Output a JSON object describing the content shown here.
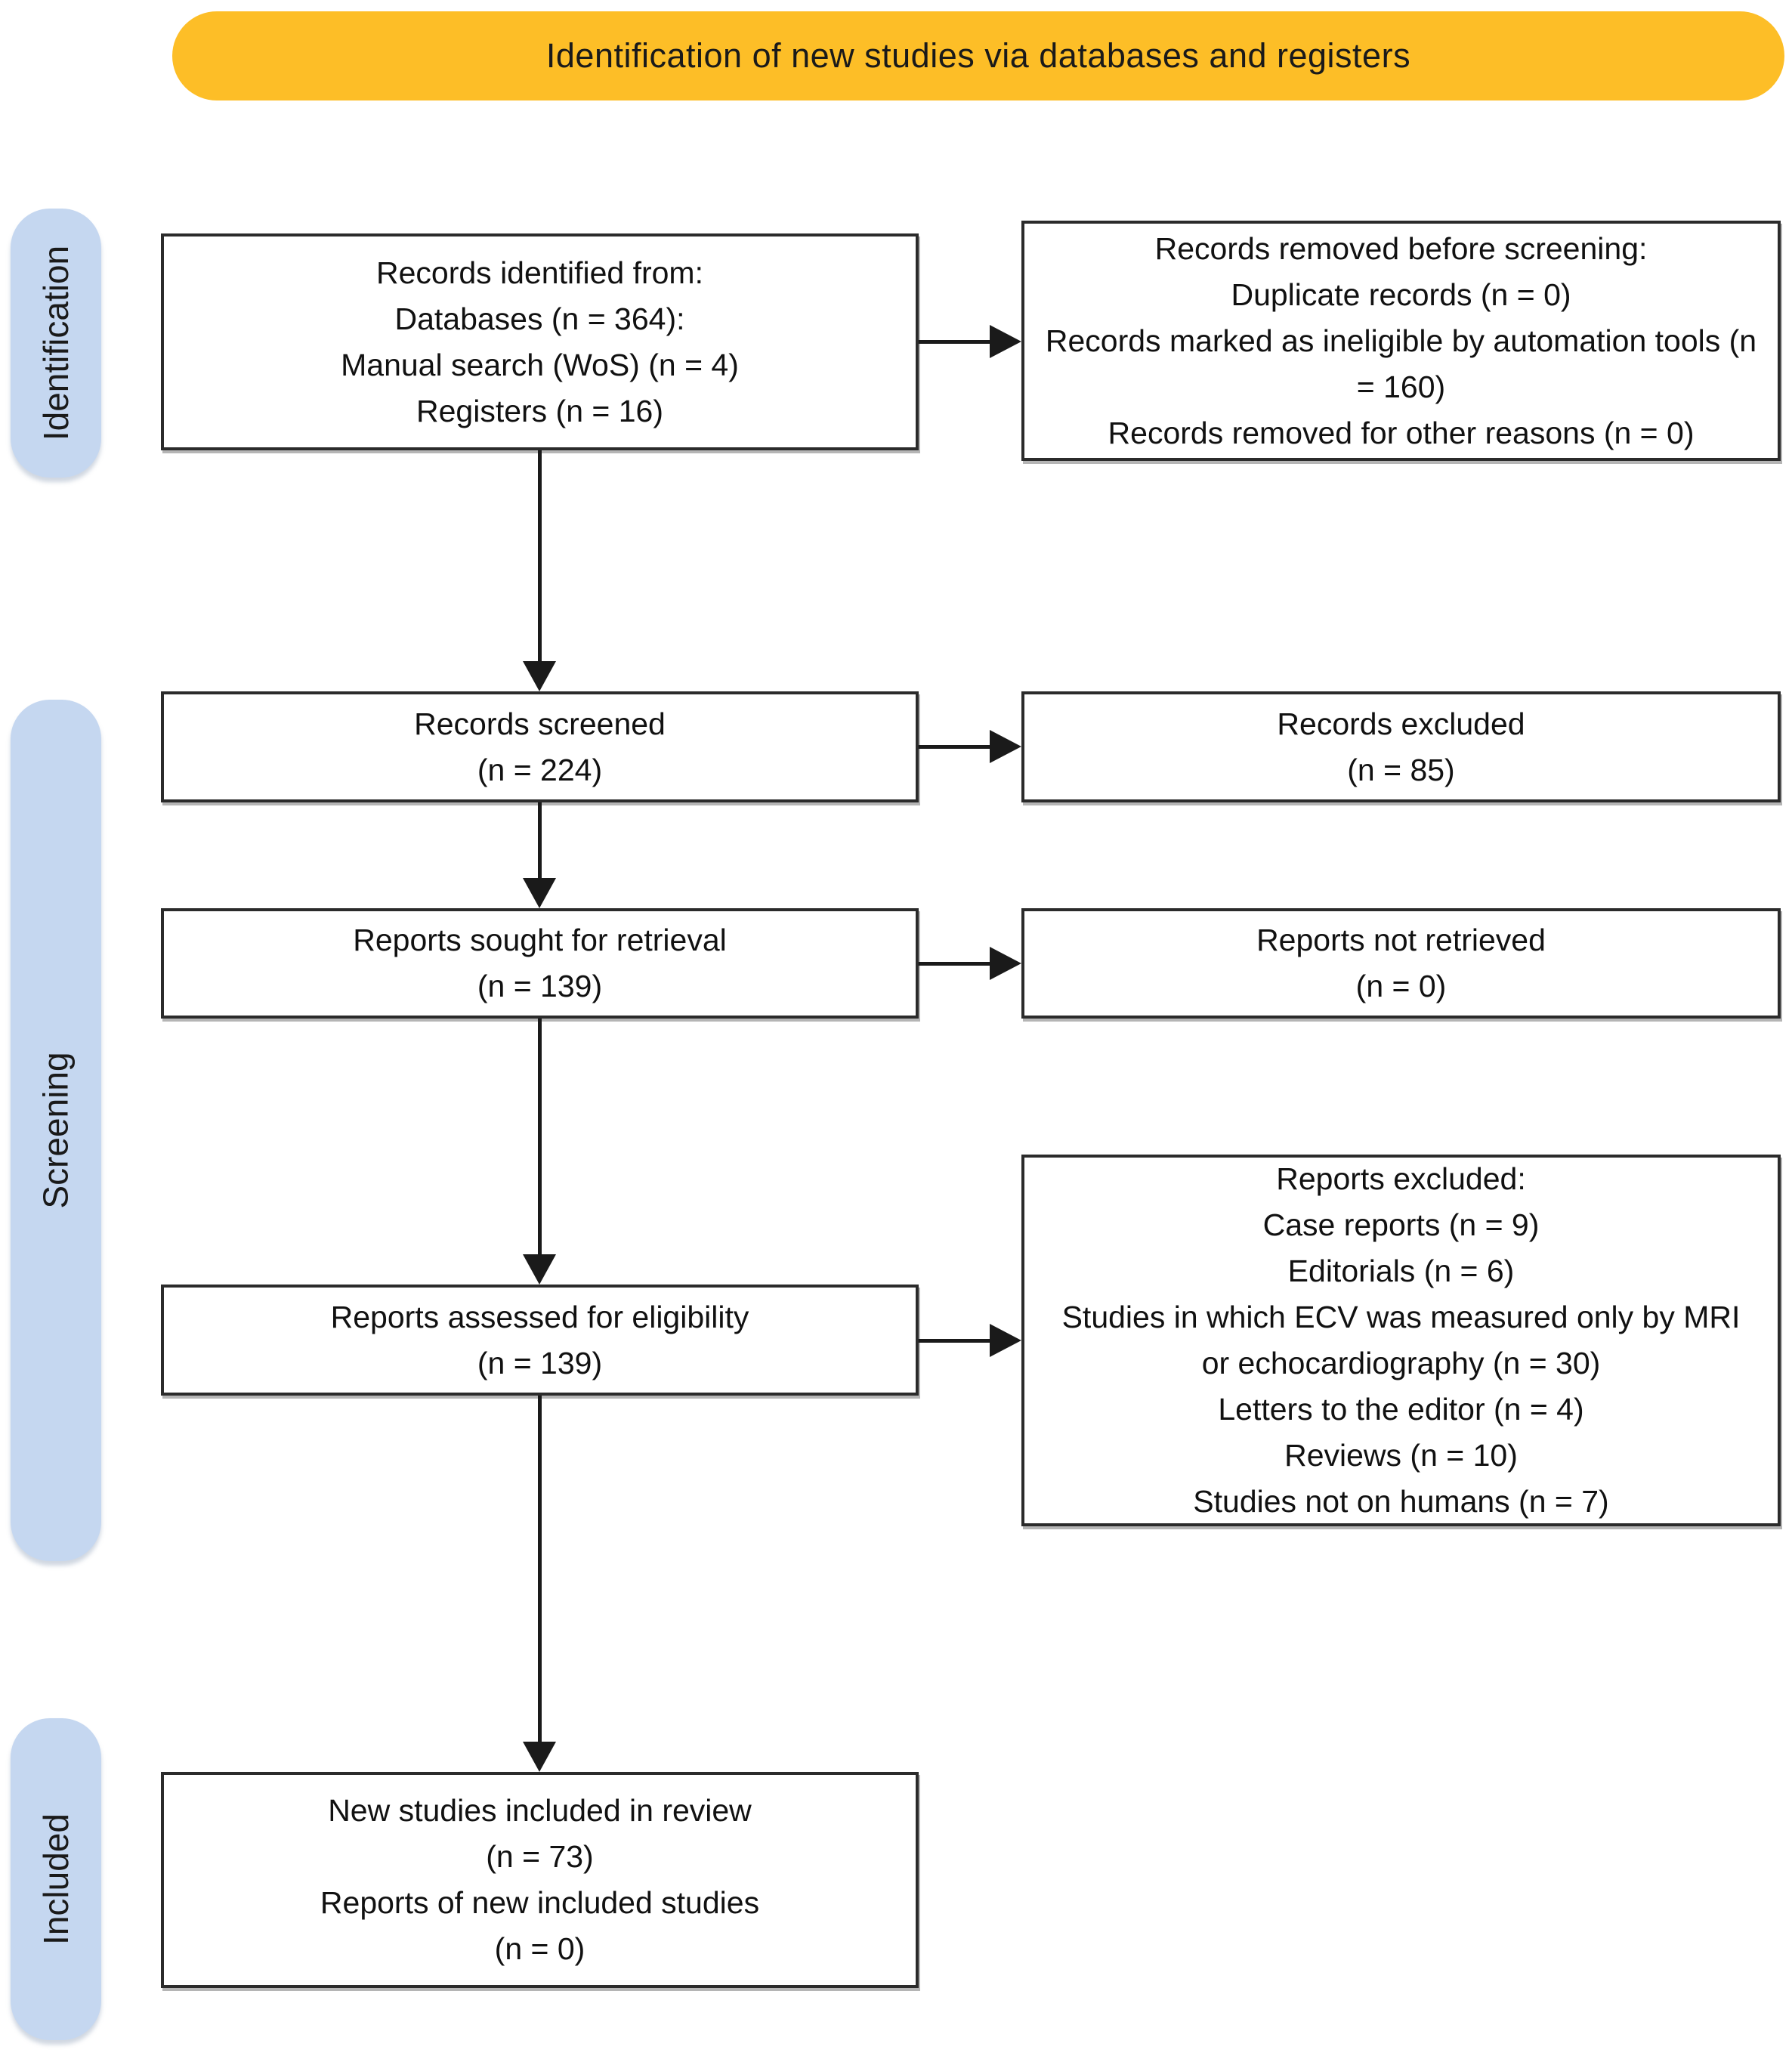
{
  "banner": {
    "title": "Identification of new studies via databases and registers"
  },
  "sidebar": {
    "identification": "Identification",
    "screening": "Screening",
    "included": "Included"
  },
  "boxes": {
    "records_identified": {
      "lines": [
        "Records identified from:",
        "Databases (n = 364):",
        "Manual search (WoS) (n = 4)",
        "Registers (n = 16)"
      ]
    },
    "records_removed": {
      "lines": [
        "Records removed before screening:",
        "Duplicate records (n = 0)",
        "Records marked as ineligible by automation tools (n = 160)",
        "Records removed for other reasons (n = 0)"
      ]
    },
    "records_screened": {
      "lines": [
        "Records screened",
        "(n = 224)"
      ]
    },
    "records_excluded": {
      "lines": [
        "Records excluded",
        "(n = 85)"
      ]
    },
    "reports_sought": {
      "lines": [
        "Reports sought for retrieval",
        "(n = 139)"
      ]
    },
    "reports_not_retrieved": {
      "lines": [
        "Reports not retrieved",
        "(n = 0)"
      ]
    },
    "reports_assessed": {
      "lines": [
        "Reports assessed for eligibility",
        "(n = 139)"
      ]
    },
    "reports_excluded": {
      "lines": [
        "Reports excluded:",
        "Case reports (n = 9)",
        "Editorials (n = 6)",
        "Studies in which ECV was measured only by MRI or echocardiography (n = 30)",
        "Letters to the editor (n = 4)",
        "Reviews (n = 10)",
        "Studies not on humans (n = 7)"
      ]
    },
    "new_studies_included": {
      "lines": [
        "New studies included in review",
        "(n = 73)",
        "Reports of new included studies",
        "(n = 0)"
      ]
    }
  },
  "colors": {
    "banner": "#FDBE27",
    "sidebar_pill": "#C5D7F0",
    "box_border": "#2B2B2B",
    "arrow": "#1A1A1A",
    "text": "#111111"
  }
}
